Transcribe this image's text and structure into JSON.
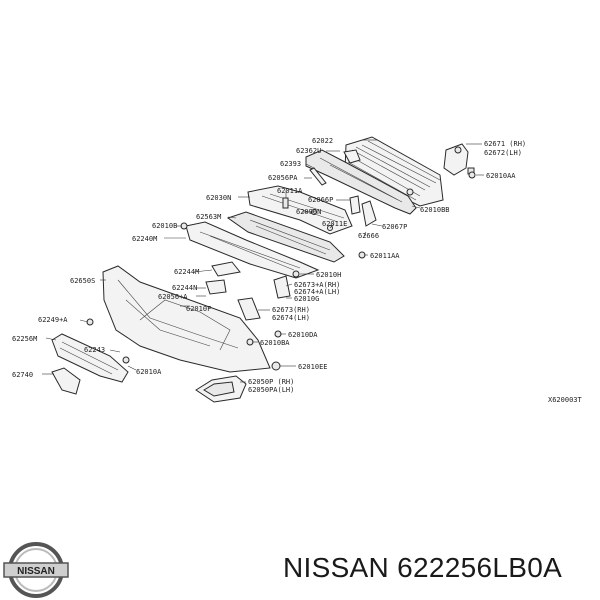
{
  "diagram": {
    "ref_code": "X620003T",
    "labels": [
      {
        "id": "62022",
        "text": "62022"
      },
      {
        "id": "62671",
        "text": "62671 (RH)"
      },
      {
        "id": "62672",
        "text": "62672(LH)"
      },
      {
        "id": "62362u",
        "text": "62362U"
      },
      {
        "id": "62393",
        "text": "62393"
      },
      {
        "id": "62010aa",
        "text": "62010AA"
      },
      {
        "id": "62056pa",
        "text": "62056PA"
      },
      {
        "id": "62011a",
        "text": "62011A"
      },
      {
        "id": "62030n",
        "text": "62030N"
      },
      {
        "id": "62066p",
        "text": "62066P"
      },
      {
        "id": "62010bb",
        "text": "62010BB"
      },
      {
        "id": "62090n",
        "text": "62090N"
      },
      {
        "id": "62563m",
        "text": "62563M"
      },
      {
        "id": "62011e",
        "text": "62011E"
      },
      {
        "id": "62067p",
        "text": "62067P"
      },
      {
        "id": "62010b",
        "text": "62010B"
      },
      {
        "id": "62666",
        "text": "62666"
      },
      {
        "id": "62240m",
        "text": "62240M"
      },
      {
        "id": "62011aa",
        "text": "62011AA"
      },
      {
        "id": "62244m",
        "text": "62244M"
      },
      {
        "id": "62010h",
        "text": "62010H"
      },
      {
        "id": "62650s",
        "text": "62650S"
      },
      {
        "id": "62673a",
        "text": "62673+A(RH)"
      },
      {
        "id": "62674a",
        "text": "62674+A(LH)"
      },
      {
        "id": "62244n",
        "text": "62244N"
      },
      {
        "id": "62010g",
        "text": "62010G"
      },
      {
        "id": "62056a",
        "text": "62056+A"
      },
      {
        "id": "62010f",
        "text": "62010F"
      },
      {
        "id": "62673rh",
        "text": "62673(RH)"
      },
      {
        "id": "62674lh",
        "text": "62674(LH)"
      },
      {
        "id": "62249a",
        "text": "62249+A"
      },
      {
        "id": "62010da",
        "text": "62010DA"
      },
      {
        "id": "62256m",
        "text": "62256M"
      },
      {
        "id": "62243",
        "text": "62243"
      },
      {
        "id": "62010ba",
        "text": "62010BA"
      },
      {
        "id": "62010ee",
        "text": "62010EE"
      },
      {
        "id": "62740",
        "text": "62740"
      },
      {
        "id": "62010a",
        "text": "62010A"
      },
      {
        "id": "62050p",
        "text": "62050P (RH)"
      },
      {
        "id": "62050pa",
        "text": "62050PA(LH)"
      }
    ]
  },
  "brand": {
    "logo_text": "NISSAN",
    "title": "NISSAN 622256LB0A"
  },
  "colors": {
    "line": "#2a2a2a",
    "text": "#1a1a1a",
    "background": "#ffffff"
  }
}
